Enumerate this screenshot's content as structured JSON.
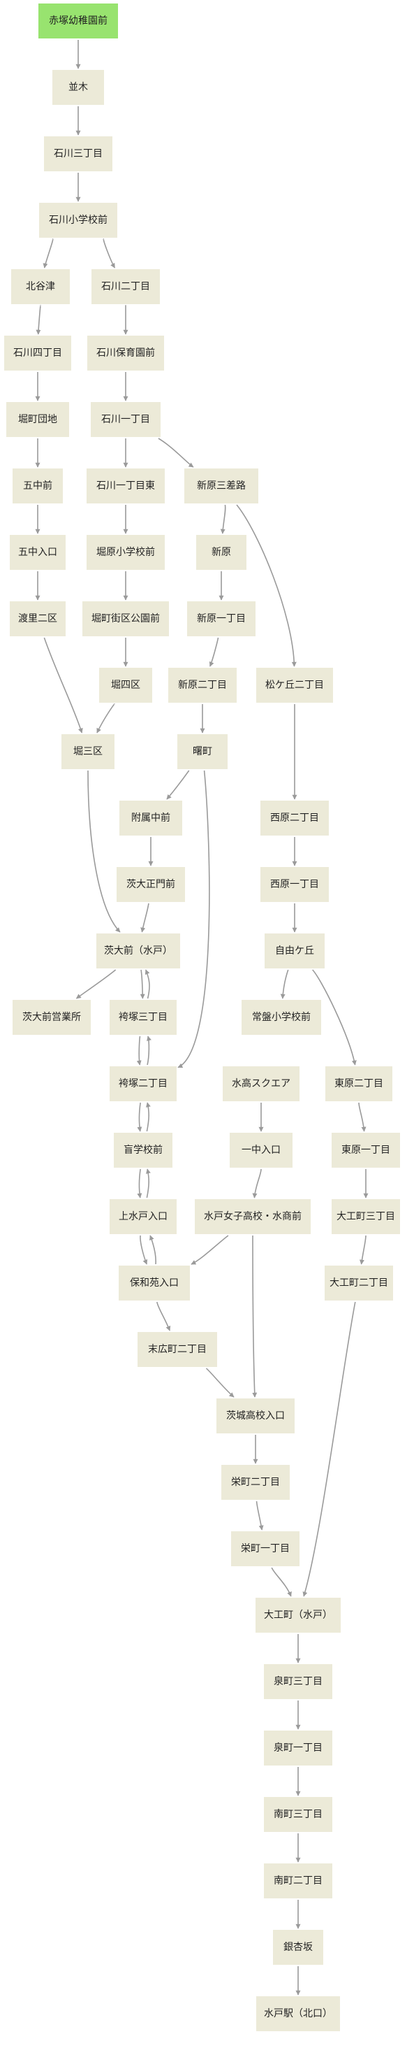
{
  "colors": {
    "node_fill": "#ecead8",
    "start_fill": "#98e36f",
    "edge": "#9a9a9a",
    "text": "#222222"
  },
  "nodes": {
    "akatsuka": "赤塚幼稚園前",
    "namiki": "並木",
    "ishikawa3": "石川三丁目",
    "ishikawa_es": "石川小学校前",
    "kitayazu": "北谷津",
    "ishikawa2": "石川二丁目",
    "ishikawa4": "石川四丁目",
    "ishikawa_hoiku": "石川保育園前",
    "horimachi_danchi": "堀町団地",
    "ishikawa1": "石川一丁目",
    "gochu_mae": "五中前",
    "ishikawa1_higashi": "石川一丁目東",
    "shinbara_sansaro": "新原三差路",
    "gochu_iriguchi": "五中入口",
    "horihara_es": "堀原小学校前",
    "shinbara": "新原",
    "watari2": "渡里二区",
    "horimachi_park": "堀町街区公園前",
    "shinbara1": "新原一丁目",
    "hori4": "堀四区",
    "shinbara2": "新原二丁目",
    "matsugaoka2": "松ケ丘二丁目",
    "hori3": "堀三区",
    "akebono": "曙町",
    "fuzoku_chu": "附属中前",
    "nishihara2": "西原二丁目",
    "ibadai_seimon": "茨大正門前",
    "nishihara1": "西原一丁目",
    "ibadai_mito": "茨大前（水戸）",
    "jiyugaoka": "自由ケ丘",
    "ibadai_office": "茨大前営業所",
    "hakamazuka3": "袴塚三丁目",
    "jouban_es": "常盤小学校前",
    "hakamazuka2": "袴塚二丁目",
    "suiko_square": "水高スクエア",
    "higashihara2": "東原二丁目",
    "mougakkou": "盲学校前",
    "icchu_iriguchi": "一中入口",
    "higashihara1": "東原一丁目",
    "kamimito": "上水戸入口",
    "mito_joshi": "水戸女子高校・水商前",
    "daikumachi3": "大工町三丁目",
    "howaen": "保和苑入口",
    "daikumachi2": "大工町二丁目",
    "suehiro2": "末広町二丁目",
    "ibaraki_hs": "茨城高校入口",
    "sakaemachi2": "栄町二丁目",
    "sakaemachi1": "栄町一丁目",
    "daikumachi_mito": "大工町（水戸）",
    "izumimachi3": "泉町三丁目",
    "izumimachi1": "泉町一丁目",
    "minamimachi3": "南町三丁目",
    "minamimachi2": "南町二丁目",
    "ginkyozaka": "銀杏坂",
    "mito_station": "水戸駅（北口）"
  }
}
